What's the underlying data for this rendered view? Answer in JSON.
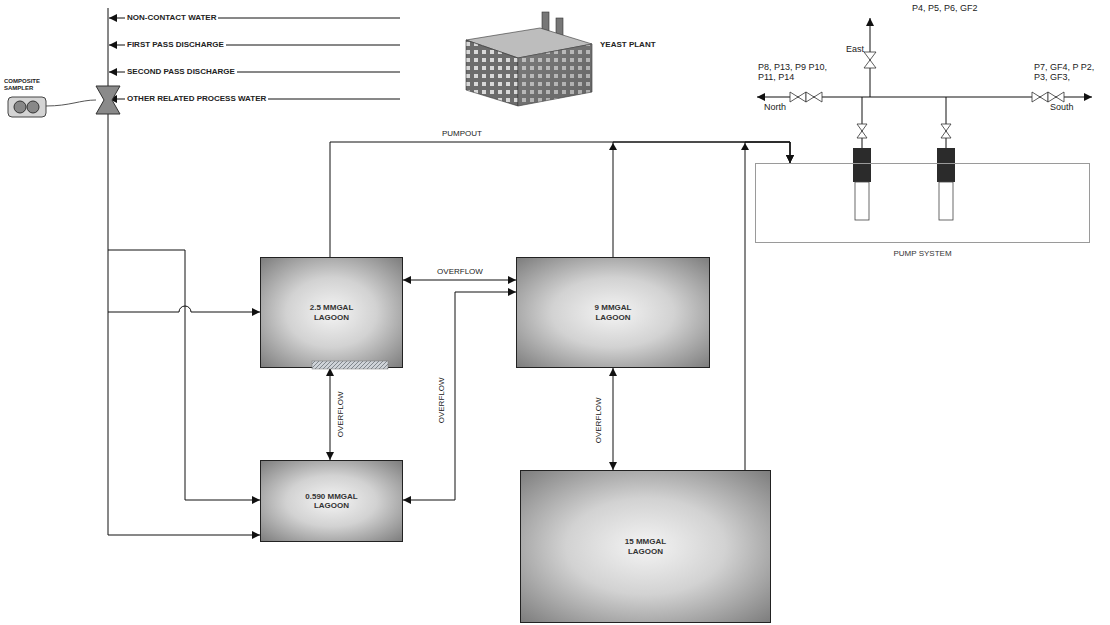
{
  "diagram": {
    "nodes": [
      {
        "text": [
          "2.5 MMGAL LAGOON"
        ]
      },
      {
        "text": [
          "9 MMGAL LAGOON"
        ]
      },
      {
        "text": [
          "0.590 MMGAL LAGOON"
        ]
      },
      {
        "text": [
          "15 MMGAL LAGOON"
        ]
      },
      {
        "text": [
          "PUMP SYSTEM"
        ]
      }
    ],
    "edges": [
      {
        "from": 0,
        "to": 1,
        "label": "OVERFLOW",
        "arrow": "both"
      },
      {
        "from": 0,
        "to": 2,
        "label": "OVERFLOW",
        "arrow": "both"
      },
      {
        "from": 2,
        "to": 1,
        "label": "OVERFLOW",
        "arrow": "both"
      },
      {
        "from": 1,
        "to": 3,
        "label": "OVERFLOW",
        "arrow": "both"
      },
      {
        "from": 0,
        "to": 4,
        "label": "PUMPOUT",
        "arrow": "to"
      },
      {
        "from": 1,
        "to": 4,
        "arrow": "to"
      },
      {
        "from": 3,
        "to": 4,
        "arrow": "to"
      }
    ],
    "labels": [
      "NON-CONTACT WATER",
      "FIRST PASS DISCHARGE",
      "SECOND PASS DISCHARGE",
      "OTHER RELATED PROCESS WATER",
      "YEAST PLANT",
      "COMPOSITE SAMPLER",
      "P4, P5, P6, GF2",
      "East",
      "North",
      "South",
      "P8, P13, P9 P10, P11, P14",
      "P7, GF4, P P2, P3, GF3,"
    ]
  }
}
